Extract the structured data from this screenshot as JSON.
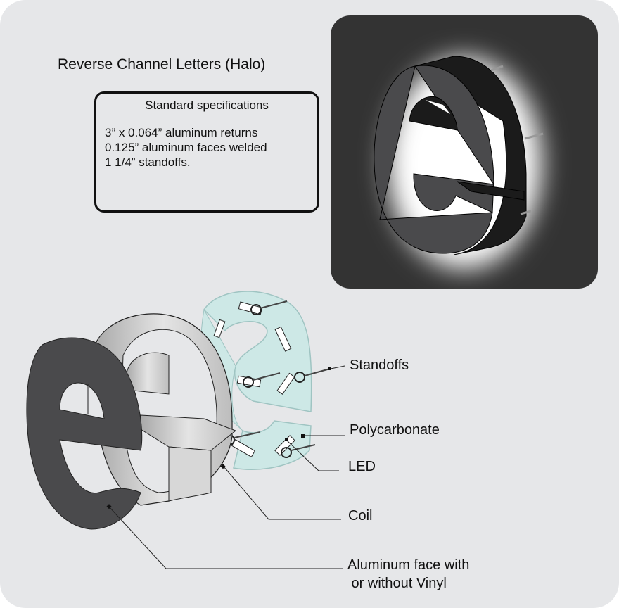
{
  "title": "Reverse Channel Letters (Halo)",
  "specs": {
    "heading": "Standard specifications",
    "lines": [
      "3” x 0.064” aluminum returns",
      "0.125” aluminum faces welded",
      "1 1/4” standoffs."
    ]
  },
  "callouts": {
    "standoffs": "Standoffs",
    "polycarbonate": "Polycarbonate",
    "led": "LED",
    "coil": "Coil",
    "face_line1": "Aluminum face with",
    "face_line2": " or without Vinyl"
  },
  "colors": {
    "background": "#e6e7e9",
    "halo_panel": "#333333",
    "letter_face": "#4a4a4c",
    "letter_return": "#1b1b1b",
    "polycarbonate": "#cde8e6",
    "coil": "#d4d4d4"
  }
}
